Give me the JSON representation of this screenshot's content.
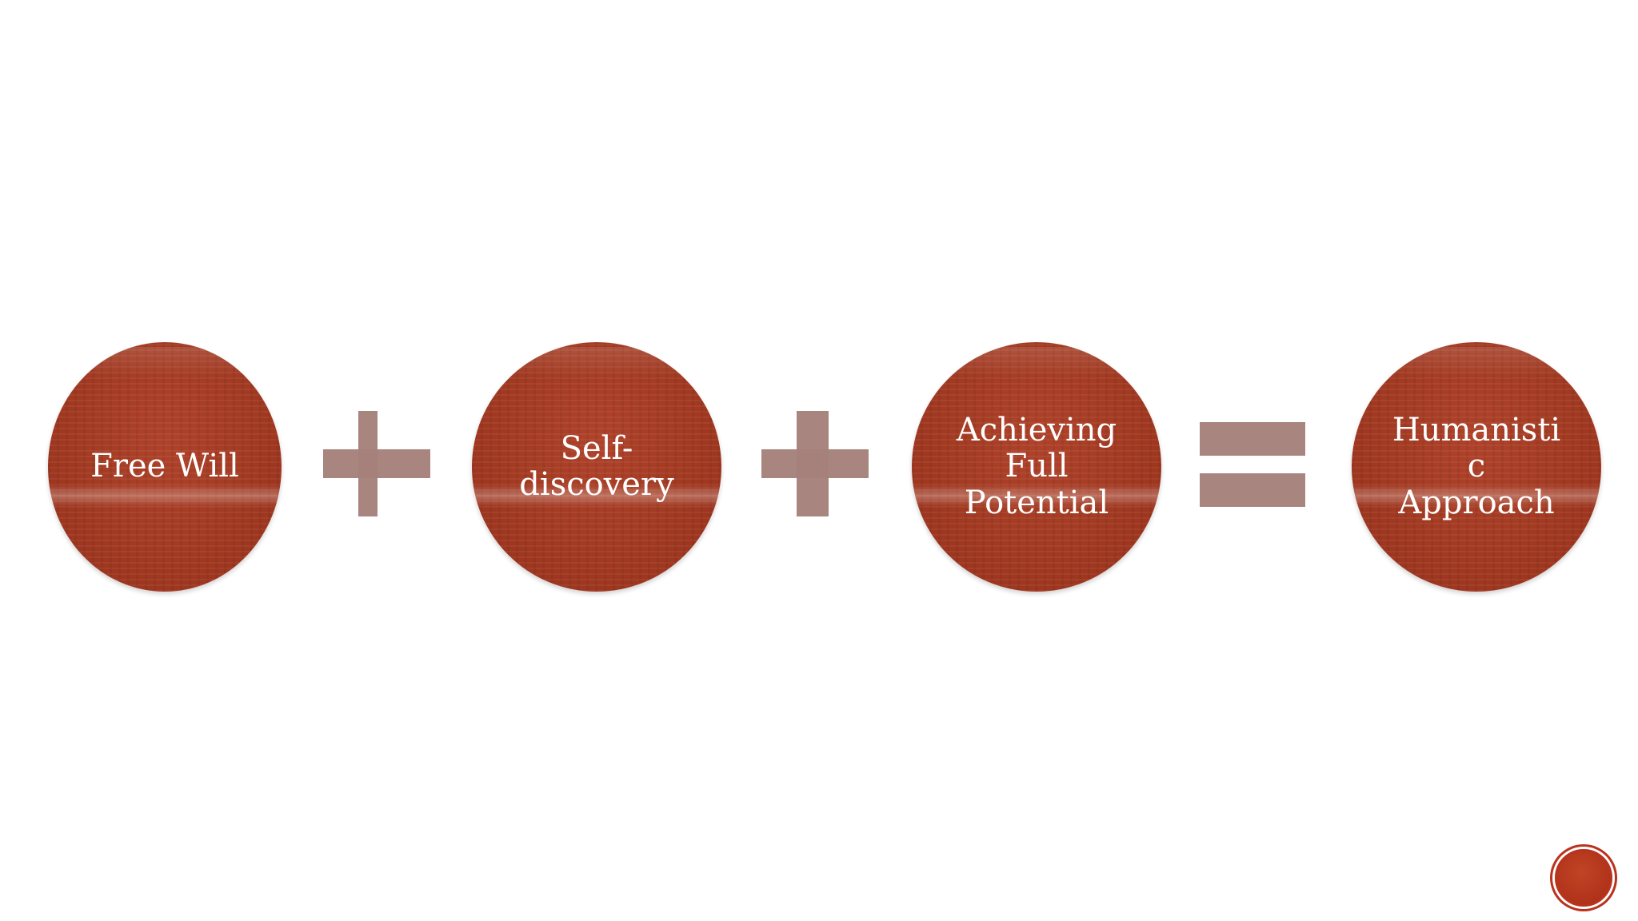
{
  "diagram": {
    "terms": [
      {
        "label": "Free Will"
      },
      {
        "label": "Self-\ndiscovery"
      },
      {
        "label": "Achieving\nFull\nPotential"
      },
      {
        "label": "Humanisti\nc\nApproach"
      }
    ],
    "operators": [
      "plus",
      "plus",
      "equals"
    ]
  },
  "colors": {
    "circle_fill": "#a33b23",
    "operator_fill": "#a6807b",
    "text": "#ffffff",
    "page_badge": "#b9321d"
  }
}
